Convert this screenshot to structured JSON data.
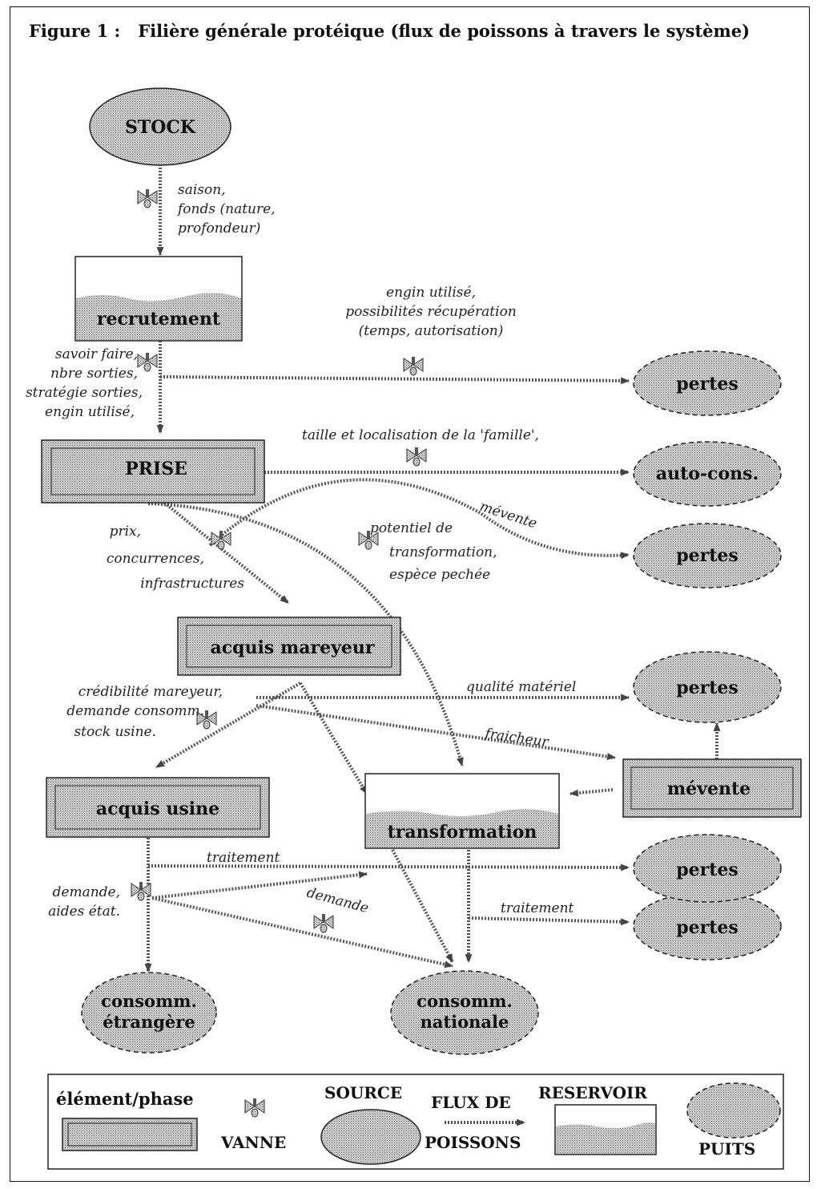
{
  "figure": {
    "number": "Figure 1 :",
    "title": "Filière générale protéique (flux de poissons à travers le système)"
  },
  "colors": {
    "fill_gray": "#c8c8c8",
    "stroke": "#222222",
    "background": "#ffffff"
  },
  "nodes": {
    "stock": "STOCK",
    "recrutement": "recrutement",
    "prise": "PRISE",
    "acquis_mareyeur": "acquis mareyeur",
    "acquis_usine": "acquis usine",
    "transformation": "transformation",
    "mevente": "mévente",
    "pertes": "pertes",
    "auto_cons": "auto-cons.",
    "consomm_etrangere": [
      "consomm.",
      "étrangère"
    ],
    "consomm_nationale": [
      "consomm.",
      "nationale"
    ]
  },
  "notes": {
    "stock_flow": [
      "saison,",
      "fonds (nature,",
      "profondeur)"
    ],
    "recrutement_pertes": [
      "engin utilisé,",
      "possibilités récupération",
      "(temps, autorisation)"
    ],
    "recrutement_prise": [
      "savoir faire,",
      "nbre sorties,",
      "stratégie sorties,",
      "engin utilisé,"
    ],
    "prise_autocons": "taille et localisation de la 'famille',",
    "mevente_curve": "mévente",
    "prise_mareyeur": [
      "prix,",
      "concurrences,",
      "infrastructures"
    ],
    "prise_transfo": [
      "potentiel de",
      "transformation,",
      "espèce pechée"
    ],
    "mareyeur_usine": [
      "crédibilité mareyeur,",
      "demande consomm.",
      "stock usine."
    ],
    "qualite_materiel": "qualité matériel",
    "fraicheur": "fraicheur",
    "usine_traitement": "traitement",
    "usine_demande": [
      "demande,",
      "aides état."
    ],
    "demande": "demande",
    "transfo_traitement": "traitement"
  },
  "legend": {
    "element": "élément/phase",
    "vanne": "VANNE",
    "source": "SOURCE",
    "flux": [
      "FLUX DE",
      "POISSONS"
    ],
    "reservoir": "RESERVOIR",
    "puits": "PUITS"
  }
}
